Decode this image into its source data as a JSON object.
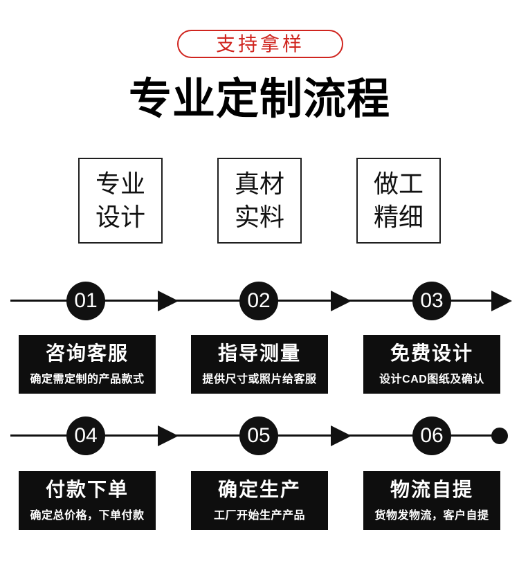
{
  "badge": {
    "label": "支持拿样",
    "color": "#d0251f"
  },
  "title": "专业定制流程",
  "features": [
    {
      "label": "专业\n设计"
    },
    {
      "label": "真材\n实料"
    },
    {
      "label": "做工\n精细"
    }
  ],
  "process": {
    "rows": [
      {
        "steps": [
          {
            "number": "01",
            "title": "咨询客服",
            "desc": "确定需定制的产品款式"
          },
          {
            "number": "02",
            "title": "指导测量",
            "desc": "提供尺寸或照片给客服"
          },
          {
            "number": "03",
            "title": "免费设计",
            "desc": "设计CAD图纸及确认"
          }
        ],
        "end": "arrow"
      },
      {
        "steps": [
          {
            "number": "04",
            "title": "付款下单",
            "desc": "确定总价格，下单付款"
          },
          {
            "number": "05",
            "title": "确定生产",
            "desc": "工厂开始生产产品"
          },
          {
            "number": "06",
            "title": "物流自提",
            "desc": "货物发物流，客户自提"
          }
        ],
        "end": "dot"
      }
    ]
  },
  "colors": {
    "accent_red": "#d0251f",
    "ink_black": "#111111"
  }
}
